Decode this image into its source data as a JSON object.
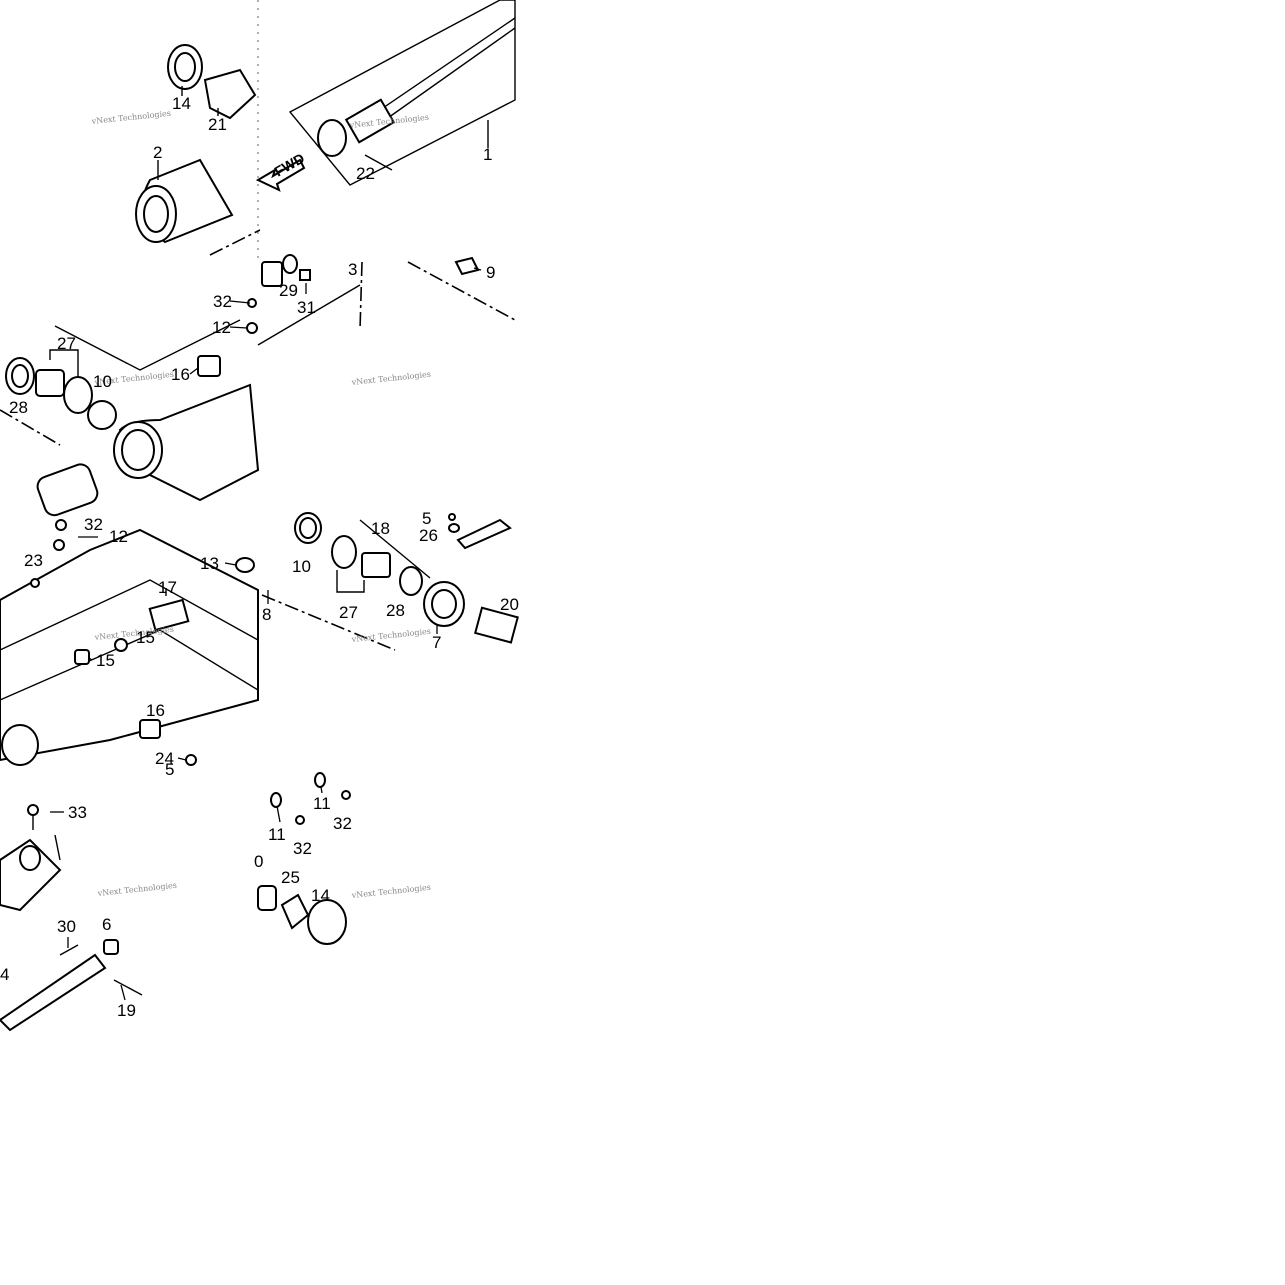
{
  "callouts": [
    {
      "id": "c14a",
      "text": "14",
      "tile": "A"
    },
    {
      "id": "c21",
      "text": "21",
      "tile": "A"
    },
    {
      "id": "c2",
      "text": "2",
      "tile": "A"
    },
    {
      "id": "c22",
      "text": "22",
      "tile": "A"
    },
    {
      "id": "c1",
      "text": "1",
      "tile": "A"
    },
    {
      "id": "c3",
      "text": "3",
      "tile": "B"
    },
    {
      "id": "c9",
      "text": "9",
      "tile": "B"
    },
    {
      "id": "c29",
      "text": "29",
      "tile": "B"
    },
    {
      "id": "c31",
      "text": "31",
      "tile": "B"
    },
    {
      "id": "c32a",
      "text": "32",
      "tile": "B"
    },
    {
      "id": "c12a",
      "text": "12",
      "tile": "B"
    },
    {
      "id": "c27a",
      "text": "27",
      "tile": "B"
    },
    {
      "id": "c10a",
      "text": "10",
      "tile": "B"
    },
    {
      "id": "c16a",
      "text": "16",
      "tile": "B"
    },
    {
      "id": "c28a",
      "text": "28",
      "tile": "B"
    },
    {
      "id": "c32b",
      "text": "32",
      "tile": "C"
    },
    {
      "id": "c12b",
      "text": "12",
      "tile": "C"
    },
    {
      "id": "c23",
      "text": "23",
      "tile": "C"
    },
    {
      "id": "c13",
      "text": "13",
      "tile": "C"
    },
    {
      "id": "c17",
      "text": "17",
      "tile": "C"
    },
    {
      "id": "c15a",
      "text": "15",
      "tile": "C"
    },
    {
      "id": "c15b",
      "text": "15",
      "tile": "C"
    },
    {
      "id": "c16b",
      "text": "16",
      "tile": "C"
    },
    {
      "id": "c24",
      "text": "24",
      "tile": "C"
    },
    {
      "id": "c5a",
      "text": "5",
      "tile": "C"
    },
    {
      "id": "c5b",
      "text": "5",
      "tile": "D"
    },
    {
      "id": "c26",
      "text": "26",
      "tile": "D"
    },
    {
      "id": "c18",
      "text": "18",
      "tile": "D"
    },
    {
      "id": "c10b",
      "text": "10",
      "tile": "D"
    },
    {
      "id": "c27b",
      "text": "27",
      "tile": "D"
    },
    {
      "id": "c28b",
      "text": "28",
      "tile": "D"
    },
    {
      "id": "c7",
      "text": "7",
      "tile": "D"
    },
    {
      "id": "c20a",
      "text": "20",
      "tile": "D"
    },
    {
      "id": "c8",
      "text": "8",
      "tile": "D"
    },
    {
      "id": "c33",
      "text": "33",
      "tile": "E"
    },
    {
      "id": "c30",
      "text": "30",
      "tile": "E"
    },
    {
      "id": "c6",
      "text": "6",
      "tile": "E"
    },
    {
      "id": "c4",
      "text": "4",
      "tile": "E"
    },
    {
      "id": "c19",
      "text": "19",
      "tile": "E"
    },
    {
      "id": "c11a",
      "text": "11",
      "tile": "F"
    },
    {
      "id": "c11b",
      "text": "11",
      "tile": "F"
    },
    {
      "id": "c32c",
      "text": "32",
      "tile": "F"
    },
    {
      "id": "c32d",
      "text": "32",
      "tile": "F"
    },
    {
      "id": "c20b",
      "text": "0",
      "tile": "F"
    },
    {
      "id": "c25",
      "text": "25",
      "tile": "F"
    },
    {
      "id": "c14b",
      "text": "14",
      "tile": "F"
    }
  ],
  "direction_marker": "FWD",
  "watermark": "vNext Technologies"
}
